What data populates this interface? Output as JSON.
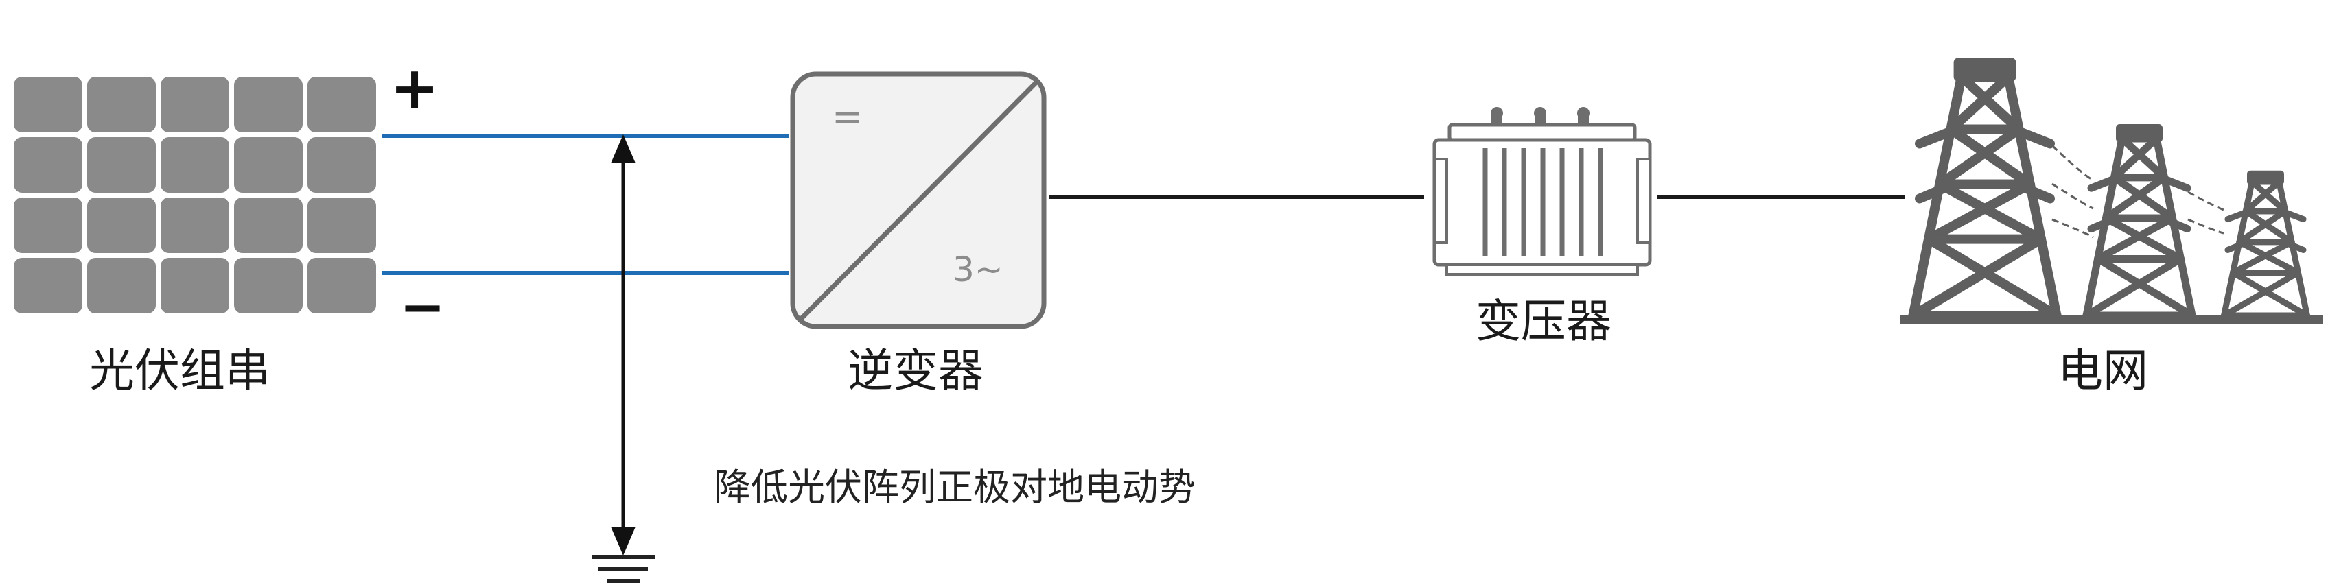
{
  "labels": {
    "pv_string": "光伏组串",
    "inverter": "逆变器",
    "transformer": "变压器",
    "grid": "电网",
    "note": "降低光伏阵列正极对地电动势"
  },
  "signs": {
    "positive": "+",
    "negative": "−"
  },
  "inverter_marks": {
    "dc": "=",
    "ac": "3~"
  },
  "colors": {
    "dc_line": "#1f6db5",
    "ac_line": "#1a1a1a",
    "panel_cell": "#8a8a8a",
    "equipment_stroke": "#6e6e6e",
    "equipment_fill": "#f2f2f2",
    "tower": "#5f5f5f"
  },
  "icons": {
    "pv_panel": "solar-panel-icon",
    "inverter": "dc-ac-inverter-icon",
    "transformer": "transformer-icon",
    "grid": "transmission-towers-icon",
    "ground": "ground-symbol-icon"
  }
}
